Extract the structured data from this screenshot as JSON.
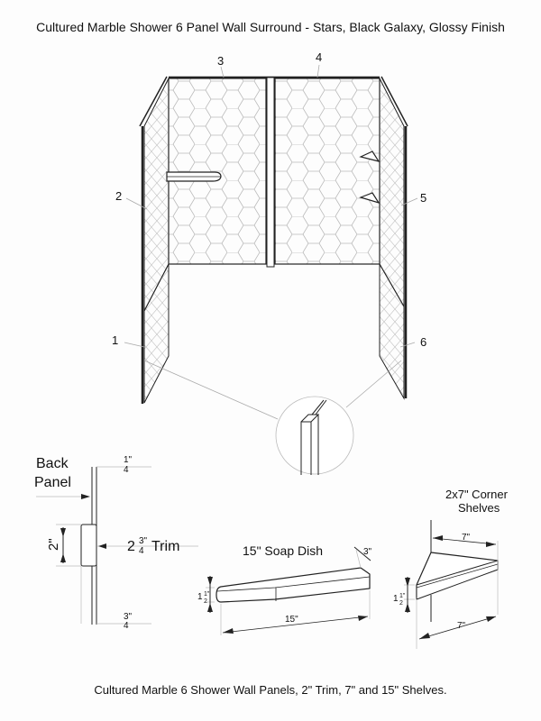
{
  "title": "Cultured Marble Shower 6 Panel Wall Surround - Stars, Black Galaxy, Glossy Finish",
  "caption": "Cultured Marble 6 Shower Wall Panels, 2\" Trim, 7\" and 15\" Shelves.",
  "panel_callouts": [
    "1",
    "2",
    "3",
    "4",
    "5",
    "6"
  ],
  "trim_detail": {
    "label_line1": "Back",
    "label_line2": "Panel",
    "top_dim_num": "1\"",
    "top_dim_den": "4",
    "trim_height": "2\"",
    "trim_whole": "2",
    "trim_num": "3\"",
    "trim_den": "4",
    "trim_word": "Trim",
    "bottom_dim_num": "3\"",
    "bottom_dim_den": "4"
  },
  "soap_dish": {
    "title": "15\" Soap Dish",
    "depth": "3\"",
    "height_whole": "1",
    "height_num": "1\"",
    "height_den": "2",
    "length": "15\""
  },
  "corner_shelves": {
    "title_line1": "2x7\" Corner",
    "title_line2": "Shelves",
    "side_a": "7\"",
    "side_b": "7\"",
    "height_whole": "1",
    "height_num": "1\"",
    "height_den": "2"
  },
  "colors": {
    "line": "#222222",
    "thin": "#999999",
    "pattern": "#bbbbbb"
  }
}
